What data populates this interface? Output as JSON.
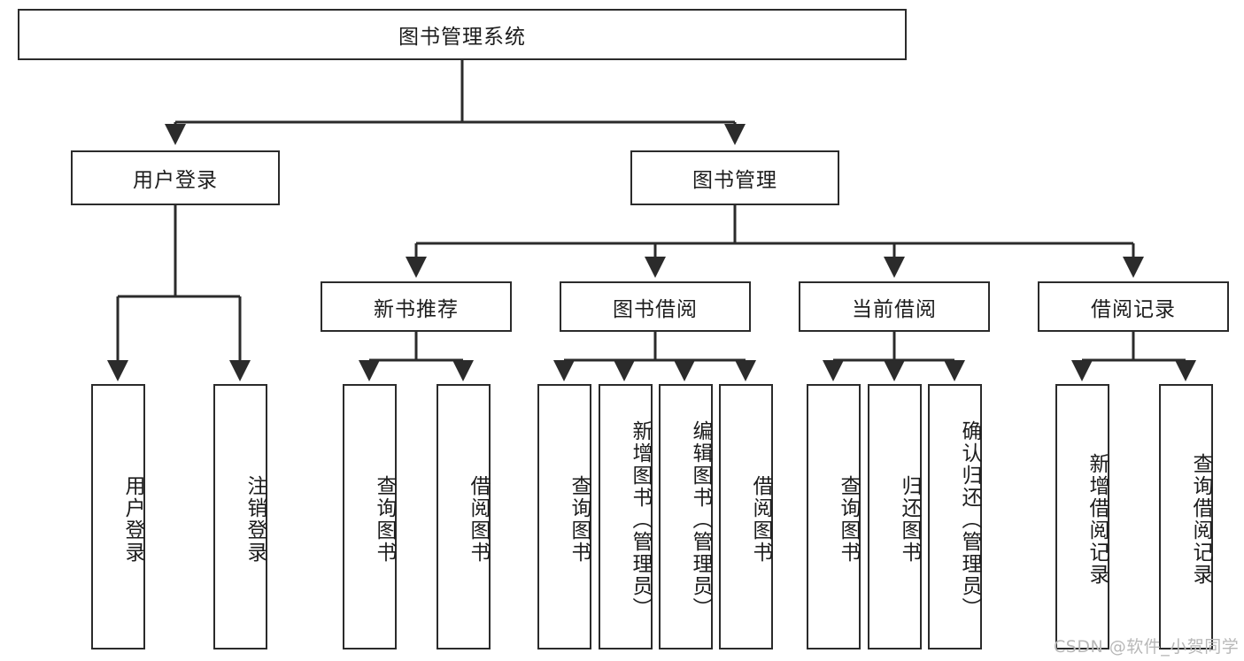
{
  "diagram": {
    "type": "tree-hierarchy-diagram",
    "title": "图书管理系统",
    "watermark": "CSDN @软件_小贺同学",
    "style": {
      "box_border_color": "#2b2b2b",
      "box_fill": "#ffffff",
      "line_color": "#2b2b2b",
      "text_color": "#1c1c1c",
      "watermark_color": "#b8b8b8"
    },
    "levels": {
      "root": {
        "label": "图书管理系统"
      },
      "level2": [
        {
          "label": "用户登录"
        },
        {
          "label": "图书管理"
        }
      ],
      "level3": [
        {
          "label": "新书推荐",
          "parent": "图书管理"
        },
        {
          "label": "图书借阅",
          "parent": "图书管理"
        },
        {
          "label": "当前借阅",
          "parent": "图书管理"
        },
        {
          "label": "借阅记录",
          "parent": "图书管理"
        }
      ],
      "leaves": {
        "用户登录": [
          {
            "label": "用户登录"
          },
          {
            "label": "注销登录"
          }
        ],
        "新书推荐": [
          {
            "label": "查询图书"
          },
          {
            "label": "借阅图书"
          }
        ],
        "图书借阅": [
          {
            "label": "查询图书"
          },
          {
            "label": "新增图书（管理员）"
          },
          {
            "label": "编辑图书（管理员）"
          },
          {
            "label": "借阅图书"
          }
        ],
        "当前借阅": [
          {
            "label": "查询图书"
          },
          {
            "label": "归还图书"
          },
          {
            "label": "确认归还（管理员）"
          }
        ],
        "借阅记录": [
          {
            "label": "新增借阅记录"
          },
          {
            "label": "查询借阅记录"
          }
        ]
      }
    }
  }
}
